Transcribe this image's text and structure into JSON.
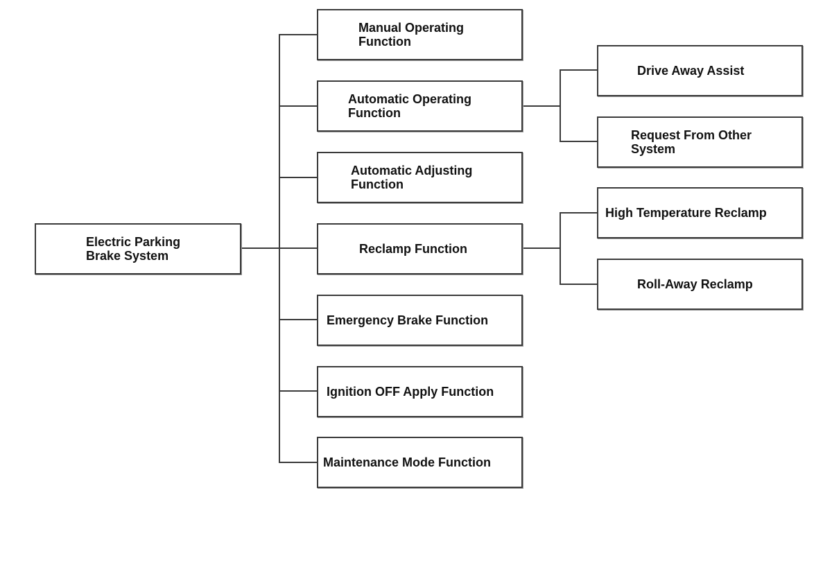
{
  "diagram": {
    "root": {
      "label": "Electric Parking\nBrake System"
    },
    "functions": {
      "manual": "Manual Operating\nFunction",
      "automatic_operating": "Automatic Operating\nFunction",
      "automatic_adjusting": "Automatic Adjusting\nFunction",
      "reclamp": "Reclamp Function",
      "emergency_brake": "Emergency Brake Function",
      "ignition_off": "Ignition OFF Apply Function",
      "maintenance": "Maintenance Mode Function"
    },
    "automatic_operating_children": {
      "drive_away": "Drive Away Assist",
      "request_other": "Request From Other\nSystem"
    },
    "reclamp_children": {
      "high_temperature": "High Temperature Reclamp",
      "roll_away": "Roll-Away Reclamp"
    },
    "line_color": "#3a3a3a",
    "box_border_color": "#3a3a3a",
    "text_color": "#111111"
  }
}
